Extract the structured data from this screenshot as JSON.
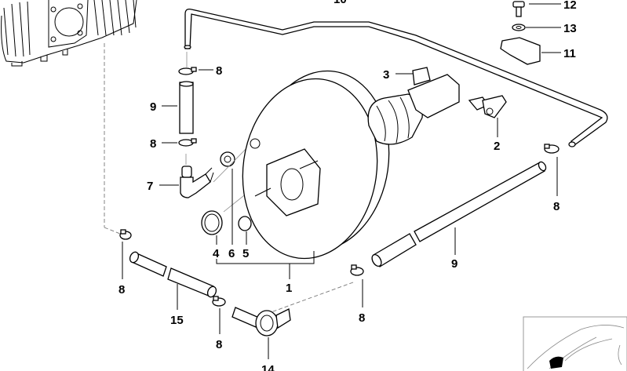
{
  "diagram": {
    "title": "Brake servo / vacuum line parts diagram",
    "callouts": [
      {
        "id": "c10",
        "text": "10"
      },
      {
        "id": "c12",
        "text": "12"
      },
      {
        "id": "c13",
        "text": "13"
      },
      {
        "id": "c11",
        "text": "11"
      },
      {
        "id": "c8a",
        "text": "8"
      },
      {
        "id": "c3",
        "text": "3"
      },
      {
        "id": "c9a",
        "text": "9"
      },
      {
        "id": "c8b",
        "text": "8"
      },
      {
        "id": "c2",
        "text": "2"
      },
      {
        "id": "c7",
        "text": "7"
      },
      {
        "id": "c8c",
        "text": "8"
      },
      {
        "id": "c4",
        "text": "4"
      },
      {
        "id": "c6",
        "text": "6"
      },
      {
        "id": "c5",
        "text": "5"
      },
      {
        "id": "c9b",
        "text": "9"
      },
      {
        "id": "c1",
        "text": "1"
      },
      {
        "id": "c8d",
        "text": "8"
      },
      {
        "id": "c15",
        "text": "15"
      },
      {
        "id": "c8e",
        "text": "8"
      },
      {
        "id": "c8f",
        "text": "8"
      },
      {
        "id": "c14",
        "text": "14"
      }
    ]
  }
}
